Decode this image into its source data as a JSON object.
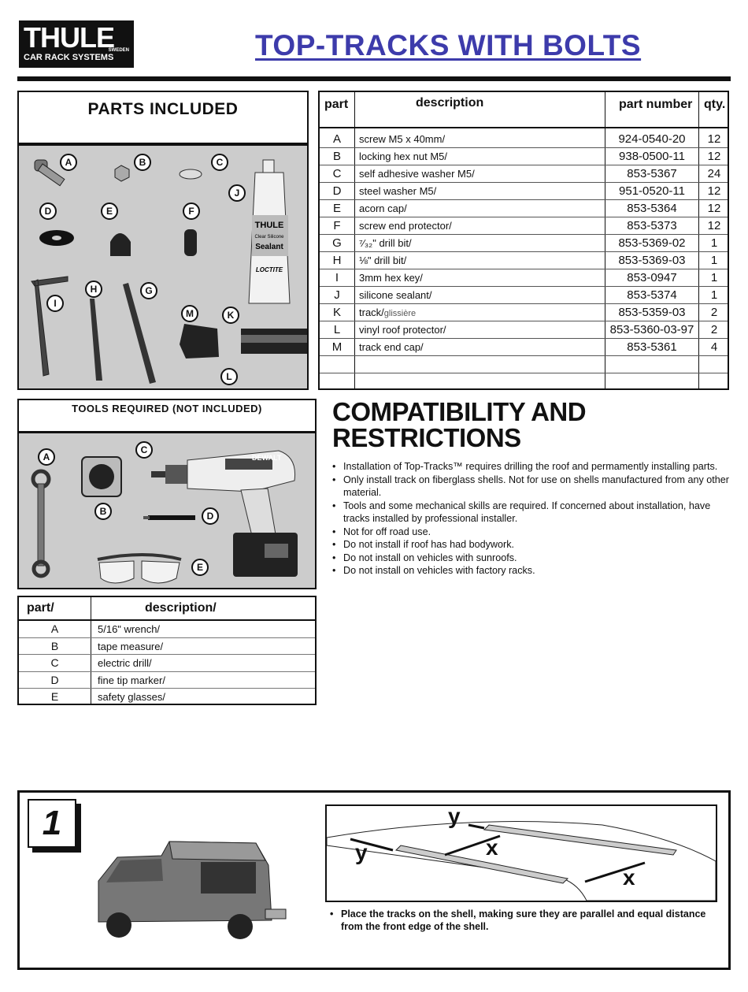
{
  "header": {
    "logo_main": "THULE",
    "logo_sweden": "SWEDEN",
    "logo_sub": "CAR RACK SYSTEMS",
    "title": "TOP-TRACKS WITH BOLTS"
  },
  "parts_included": {
    "heading": "PARTS INCLUDED",
    "labels": [
      "A",
      "B",
      "C",
      "D",
      "E",
      "F",
      "G",
      "H",
      "I",
      "J",
      "K",
      "L",
      "M"
    ],
    "sealant_text": [
      "THULE",
      "Clear Silicone",
      "Sealant",
      "LOCTITE"
    ]
  },
  "parts_table": {
    "headers": {
      "part": "part",
      "description": "description",
      "part_number": "part number",
      "qty": "qty."
    },
    "rows": [
      {
        "part": "A",
        "description": "screw M5 x 40mm/",
        "part_number": "924-0540-20",
        "qty": "12"
      },
      {
        "part": "B",
        "description": "locking hex nut M5/",
        "part_number": "938-0500-11",
        "qty": "12"
      },
      {
        "part": "C",
        "description": "self adhesive washer M5/",
        "part_number": "853-5367",
        "qty": "24"
      },
      {
        "part": "D",
        "description": "steel washer M5/",
        "part_number": "951-0520-11",
        "qty": "12"
      },
      {
        "part": "E",
        "description": "acorn cap/",
        "part_number": "853-5364",
        "qty": "12"
      },
      {
        "part": "F",
        "description": "screw end protector/",
        "part_number": "853-5373",
        "qty": "12"
      },
      {
        "part": "G",
        "description": "⁷⁄₃₂\" drill bit/",
        "part_number": "853-5369-02",
        "qty": "1"
      },
      {
        "part": "H",
        "description": "⅛\" drill bit/",
        "part_number": "853-5369-03",
        "qty": "1"
      },
      {
        "part": "I",
        "description": "3mm hex key/",
        "part_number": "853-0947",
        "qty": "1"
      },
      {
        "part": "J",
        "description": "silicone sealant/",
        "part_number": "853-5374",
        "qty": "1"
      },
      {
        "part": "K",
        "description": "track/",
        "description_fr": "glissière",
        "part_number": "853-5359-03",
        "qty": "2"
      },
      {
        "part": "L",
        "description": "vinyl roof protector/",
        "part_number": "853-5360-03-97",
        "qty": "2"
      },
      {
        "part": "M",
        "description": "track end cap/",
        "part_number": "853-5361",
        "qty": "4"
      }
    ]
  },
  "tools_required": {
    "heading": "TOOLS REQUIRED (NOT INCLUDED)",
    "labels": [
      "A",
      "B",
      "C",
      "D",
      "E"
    ],
    "drill_brand": "DEWALT"
  },
  "tools_table": {
    "headers": {
      "part": "part/",
      "description": "description/"
    },
    "rows": [
      {
        "part": "A",
        "description": "5/16\" wrench/"
      },
      {
        "part": "B",
        "description": "tape measure/"
      },
      {
        "part": "C",
        "description": "electric drill/"
      },
      {
        "part": "D",
        "description": "fine tip marker/"
      },
      {
        "part": "E",
        "description": "safety glasses/"
      }
    ]
  },
  "compatibility": {
    "title_line1": "COMPATIBILITY AND",
    "title_line2": "RESTRICTIONS",
    "items": [
      "Installation of Top-Tracks™ requires drilling the roof and permamently installing parts.",
      "Only install track on fiberglass shells. Not for use on shells manufactured from any other material.",
      "Tools and some mechanical skills are required. If concerned about installation, have tracks installed by professional installer.",
      "Not for off road use.",
      "Do not install if roof has had bodywork.",
      "Do not install on vehicles with sunroofs.",
      "Do not install on vehicles with factory racks."
    ]
  },
  "step1": {
    "number": "1",
    "diagram_labels": {
      "y_top": "y",
      "y_left": "y",
      "x_mid": "x",
      "x_right": "x"
    },
    "instruction": "Place the tracks on the shell, making sure they are parallel and equal distance from the front edge of the shell."
  }
}
